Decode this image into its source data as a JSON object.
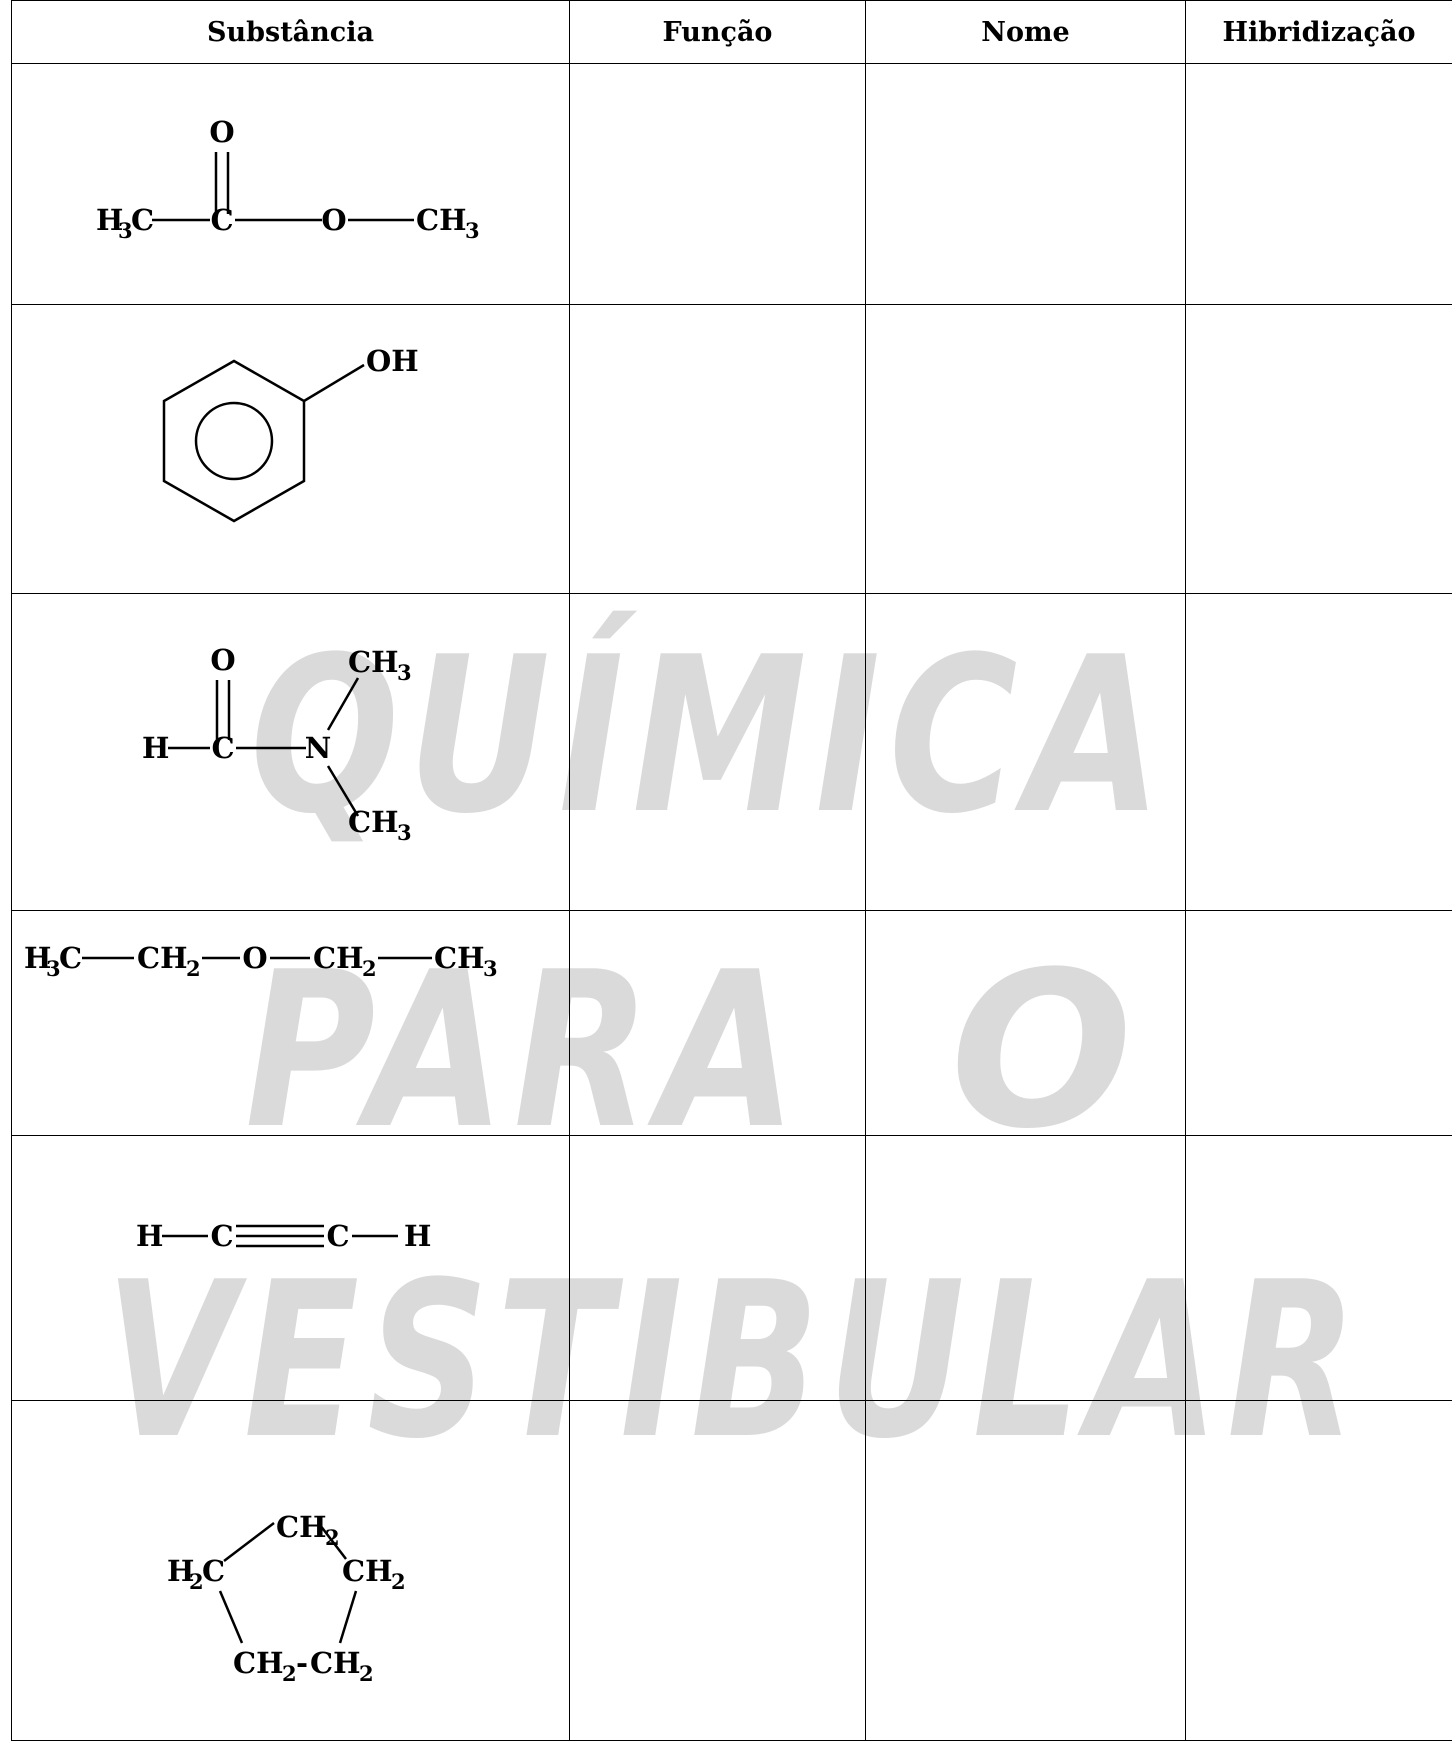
{
  "table": {
    "headers": [
      "Substância",
      "Função",
      "Nome",
      "Hibridização"
    ],
    "rows": [
      {
        "substancia": "H3C–C(=O)–O–CH3",
        "funcao": "",
        "nome": "",
        "hibridizacao": ""
      },
      {
        "substancia": "C6H5–OH",
        "funcao": "",
        "nome": "",
        "hibridizacao": ""
      },
      {
        "substancia": "H–C(=O)–N(CH3)2",
        "funcao": "",
        "nome": "",
        "hibridizacao": ""
      },
      {
        "substancia": "H3C–CH2–O–CH2–CH3",
        "funcao": "",
        "nome": "",
        "hibridizacao": ""
      },
      {
        "substancia": "H–C≡C–H",
        "funcao": "",
        "nome": "",
        "hibridizacao": ""
      },
      {
        "substancia": "C5H10 (ciclopentano)",
        "funcao": "",
        "nome": "",
        "hibridizacao": ""
      }
    ]
  },
  "atoms": {
    "O": "O",
    "C": "C",
    "H": "H",
    "N": "N",
    "OH": "OH",
    "H3": "H3",
    "CH3": "CH3",
    "CH2": "CH2",
    "CH": "CH",
    "sub2": "2",
    "sub3": "3",
    "dash": "-"
  },
  "watermark": {
    "line1": "QUÍMICA",
    "line2": "PARA",
    "line3": "O",
    "line4": "VESTIBULAR",
    "color": "#bdbdbd"
  }
}
